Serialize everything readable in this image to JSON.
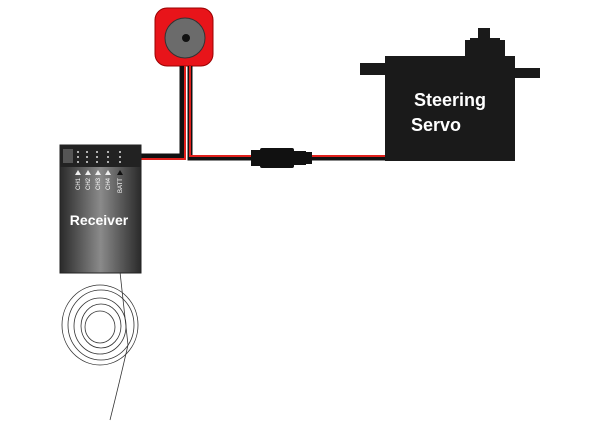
{
  "servo": {
    "line1": "Steering",
    "line2": "Servo"
  },
  "receiver": {
    "label": "Receiver",
    "channels": [
      "CH1",
      "CH2",
      "CH3",
      "CH4",
      "BATT"
    ]
  },
  "colors": {
    "wire_red": "#e0201c",
    "wire_black": "#111111",
    "gyro_red": "#e8141a",
    "gyro_disc": "#6b6b6b",
    "body": "#1a1a1a"
  }
}
